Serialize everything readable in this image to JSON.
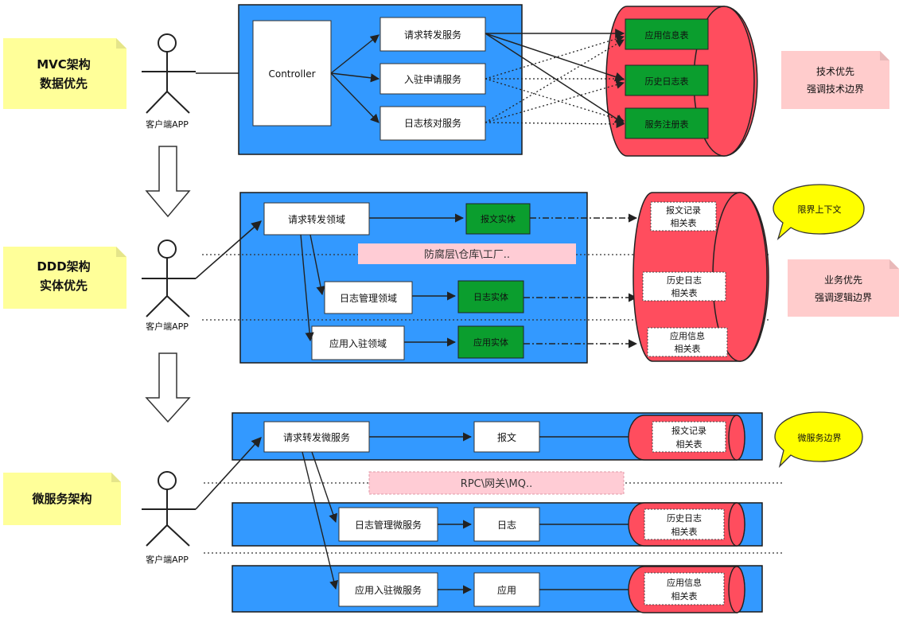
{
  "mvc": {
    "note": [
      "MVC架构",
      "数据优先"
    ],
    "client": "客户端APP",
    "controller": "Controller",
    "services": [
      "请求转发服务",
      "入驻申请服务",
      "日志核对服务"
    ],
    "tables": [
      "应用信息表",
      "历史日志表",
      "服务注册表"
    ],
    "side_note": [
      "技术优先",
      "强调技术边界"
    ]
  },
  "ddd": {
    "note": [
      "DDD架构",
      "实体优先"
    ],
    "client": "客户端APP",
    "domains": [
      "请求转发领域",
      "日志管理领域",
      "应用入驻领域"
    ],
    "entities": [
      "报文实体",
      "日志实体",
      "应用实体"
    ],
    "acl": "防腐层\\仓库\\工厂..",
    "tables": [
      [
        "报文记录",
        "相关表"
      ],
      [
        "历史日志",
        "相关表"
      ],
      [
        "应用信息",
        "相关表"
      ]
    ],
    "bubble": "限界上下文",
    "side_note": [
      "业务优先",
      "强调逻辑边界"
    ]
  },
  "micro": {
    "note": "微服务架构",
    "client": "客户端APP",
    "services": [
      "请求转发微服务",
      "日志管理微服务",
      "应用入驻微服务"
    ],
    "items": [
      "报文",
      "日志",
      "应用"
    ],
    "tables": [
      [
        "报文记录",
        "相关表"
      ],
      [
        "历史日志",
        "相关表"
      ],
      [
        "应用信息",
        "相关表"
      ]
    ],
    "rpc": "RPC\\网关\\MQ..",
    "bubble": "微服务边界"
  },
  "colors": {
    "blue": "#3399ff",
    "red": "#ff4d5e",
    "green": "#0b9e2e",
    "yellow_note": "#ffff99",
    "pink_note": "#ffcccc",
    "bubble": "#ffff00"
  }
}
